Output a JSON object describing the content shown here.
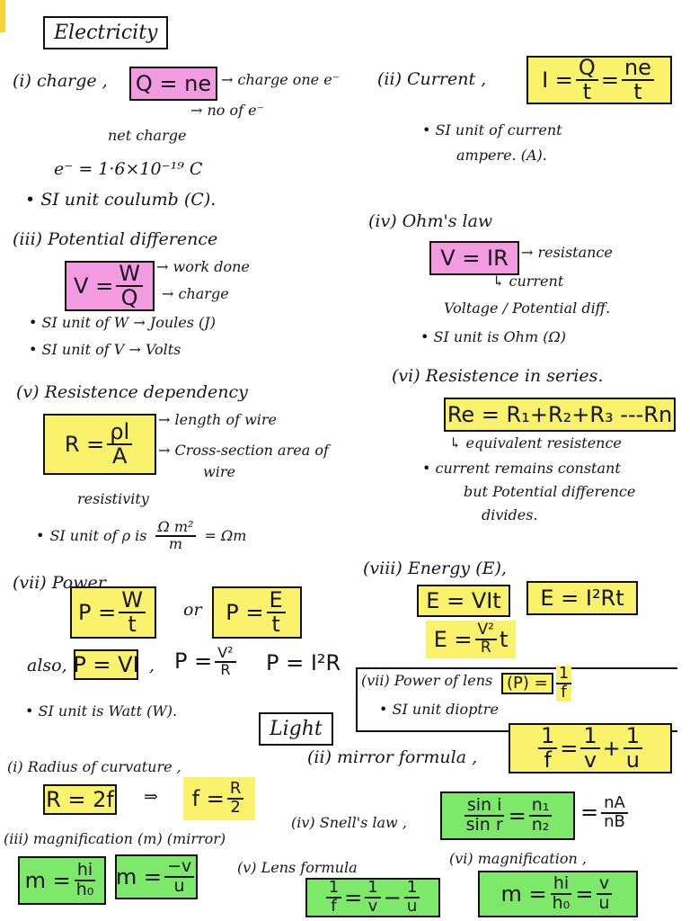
{
  "page": {
    "title": "Electricity",
    "light_title": "Light"
  },
  "charge": {
    "label": "(i) charge ,",
    "formula_lhs": "Q = ne",
    "note_e": "→ charge one e⁻",
    "note_n": "→ no of e⁻",
    "note_q": "net charge",
    "e_value": "e⁻ = 1·6×10⁻¹⁹ C",
    "si": "SI unit coulumb (C)."
  },
  "current": {
    "label": "(ii) Current ,",
    "lhs": "I =",
    "f1_num": "Q",
    "f1_den": "t",
    "eq": "=",
    "f2_num": "ne",
    "f2_den": "t",
    "si1": "SI unit of current",
    "si2": "ampere. (A)."
  },
  "potential": {
    "label": "(iii) Potential difference",
    "lhs": "V =",
    "num": "W",
    "den": "Q",
    "note_w": "→ work done",
    "note_q": "→ charge",
    "si_w": "SI unit of W → Joules (J)",
    "si_v": "SI unit of V → Volts"
  },
  "ohm": {
    "label": "(iv) Ohm's law",
    "formula": "V = IR",
    "note_r": "→ resistance",
    "note_i": "↳ current",
    "note_v": "Voltage / Potential diff.",
    "si": "SI unit is Ohm (Ω)"
  },
  "resistance_dep": {
    "label": "(v) Resistence dependency",
    "lhs": "R =",
    "num": "ρl",
    "den": "A",
    "note_l": "→ length of wire",
    "note_a": "→ Cross-section area of",
    "note_a2": "wire",
    "note_rho": "resistivity",
    "si_prefix": "SI unit of ρ is",
    "si_num": "Ω m²",
    "si_den": "m",
    "si_suffix": "= Ωm"
  },
  "series": {
    "label": "(vi) Resistence in series.",
    "formula": "Re = R₁+R₂+R₃ ---Rn",
    "note": "↳ equivalent resistence",
    "p1": "current remains constant",
    "p2": "but Potential difference",
    "p3": "divides."
  },
  "power": {
    "label": "(vii) Power,",
    "p1_lhs": "P =",
    "p1_num": "W",
    "p1_den": "t",
    "or": "or",
    "p2_lhs": "P =",
    "p2_num": "E",
    "p2_den": "t",
    "also": "also,",
    "p3": "P = VI",
    "comma": ",",
    "p4_lhs": "P =",
    "p4_num": "V²",
    "p4_den": "R",
    "p5": "P = I²R",
    "si": "SI unit is Watt (W)."
  },
  "energy": {
    "label": "(viii) Energy (E),",
    "e1": "E = VIt",
    "e2": "E = I²Rt",
    "e3_lhs": "E =",
    "e3_num": "V²",
    "e3_den": "R",
    "e3_tail": "t"
  },
  "lens_power": {
    "label": "(vii) Power of lens",
    "lhs": "(P) =",
    "num": "1",
    "den": "f",
    "si": "SI unit dioptre"
  },
  "light": {
    "radius_label": "(i) Radius of curvature ,",
    "radius_formula": "R = 2f",
    "arrow": "⇒",
    "f_lhs": "f =",
    "f_num": "R",
    "f_den": "2",
    "mirror_label": "(ii) mirror formula ,",
    "mirror_num1": "1",
    "mirror_den1": "f",
    "mirror_eq": "=",
    "mirror_num2": "1",
    "mirror_den2": "v",
    "mirror_plus": "+",
    "mirror_num3": "1",
    "mirror_den3": "u",
    "mag_label": "(iii) magnification (m) (mirror)",
    "m1_lhs": "m =",
    "m1_num": "hi",
    "m1_den": "h₀",
    "m2_lhs": "m =",
    "m2_num": "−v",
    "m2_den": "u",
    "snell_label": "(iv) Snell's law ,",
    "snell_num1": "sin i",
    "snell_den1": "sin r",
    "snell_eq": "=",
    "snell_num2": "n₁",
    "snell_den2": "n₂",
    "snell_num3": "nA",
    "snell_den3": "nB",
    "lens_label": "(v) Lens formula",
    "lens_num1": "1",
    "lens_den1": "f",
    "lens_eq": "=",
    "lens_num2": "1",
    "lens_den2": "v",
    "lens_minus": "−",
    "lens_num3": "1",
    "lens_den3": "u",
    "mag2_label": "(vi) magnification ,",
    "m3_lhs": "m =",
    "m3_num": "hi",
    "m3_den": "h₀",
    "m3_eq": "=",
    "m3_num2": "v",
    "m3_den2": "u"
  },
  "colors": {
    "pink": "#f39be0",
    "yellow": "#f9f26a",
    "green": "#7ee86a"
  }
}
